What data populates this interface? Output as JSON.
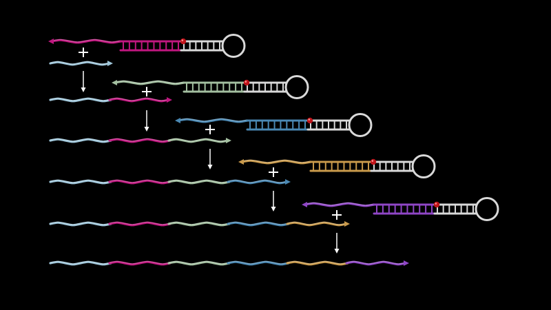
{
  "background": "#000000",
  "colors": {
    "lightblue": "#9fc6da",
    "magenta": "#c0177f",
    "sage": "#a3bfa0",
    "steelblue": "#4a88b3",
    "gold": "#c99a4b",
    "purple": "#8f46c6",
    "hairpin_white": "#d9d9d9",
    "dot_red": "#c0141a",
    "arrow_white": "#ffffff"
  },
  "strand_sequence": [
    "lightblue",
    "magenta",
    "sage",
    "steelblue",
    "gold",
    "purple"
  ],
  "steps": [
    {
      "step": 1,
      "oligo": "magenta",
      "incoming": "lightblue",
      "product_strands": [
        "lightblue",
        "magenta"
      ]
    },
    {
      "step": 2,
      "oligo": "sage",
      "incoming": "magenta",
      "product_strands": [
        "lightblue",
        "magenta",
        "sage"
      ]
    },
    {
      "step": 3,
      "oligo": "steelblue",
      "incoming": "sage",
      "product_strands": [
        "lightblue",
        "magenta",
        "sage",
        "steelblue"
      ]
    },
    {
      "step": 4,
      "oligo": "gold",
      "incoming": "steelblue",
      "product_strands": [
        "lightblue",
        "magenta",
        "sage",
        "steelblue",
        "gold"
      ]
    },
    {
      "step": 5,
      "oligo": "purple",
      "incoming": "gold",
      "product_strands": [
        "lightblue",
        "magenta",
        "sage",
        "steelblue",
        "gold",
        "purple"
      ]
    }
  ],
  "symbols": {
    "plus": "+"
  }
}
